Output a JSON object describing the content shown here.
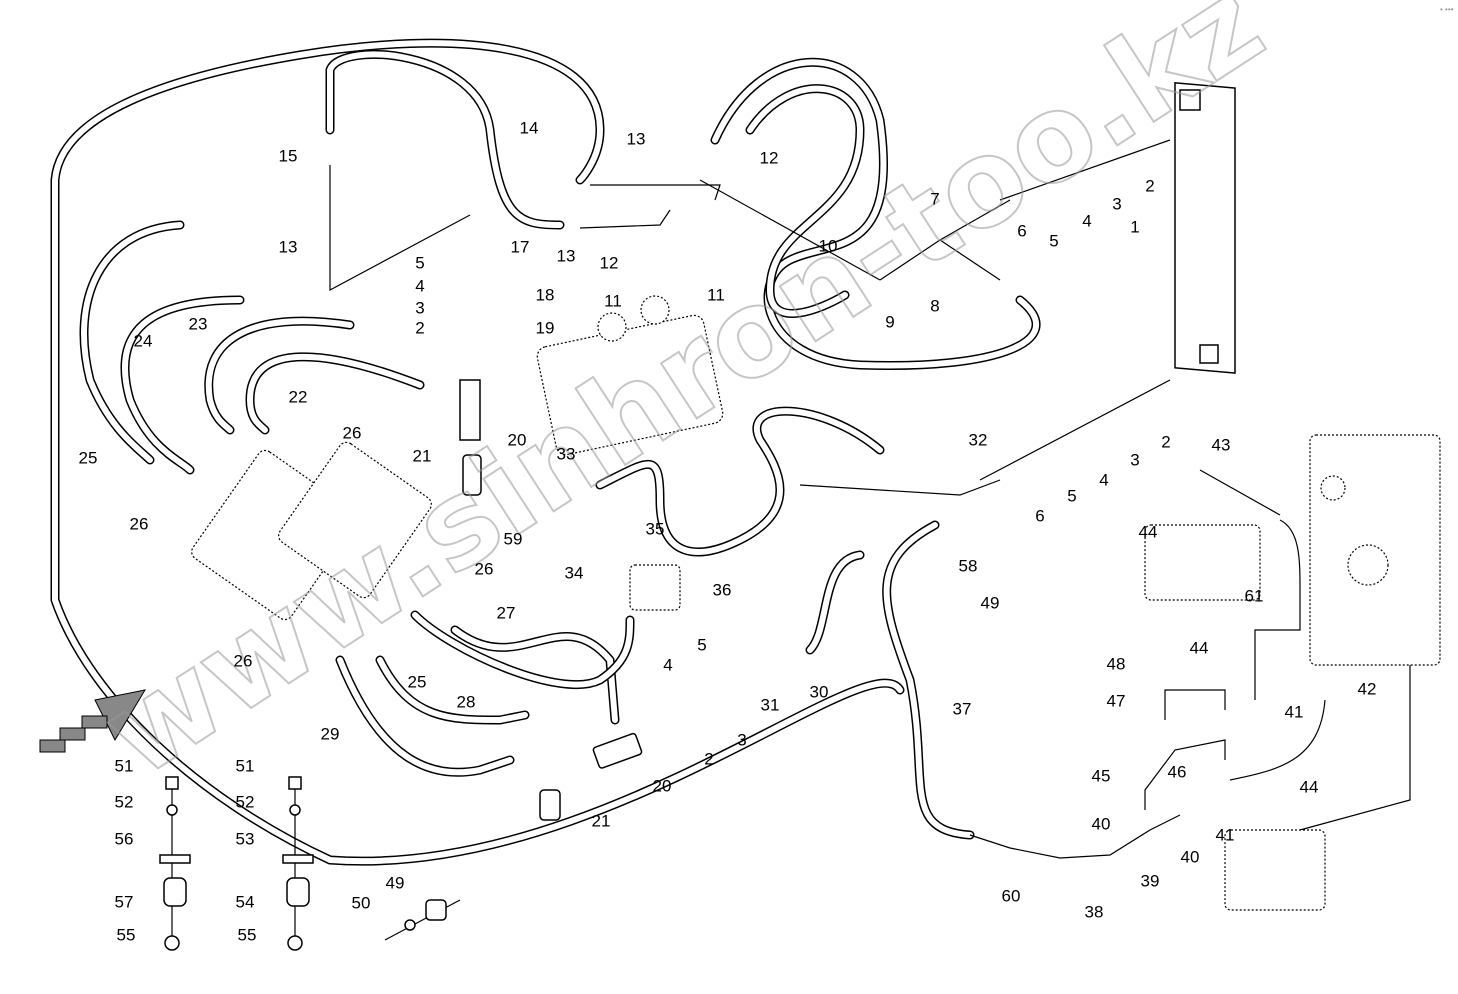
{
  "watermark": "www.sinhron-too.kz",
  "corner_mark": "• ••• ",
  "labels": [
    "1",
    "2",
    "3",
    "4",
    "5",
    "6",
    "7",
    "8",
    "9",
    "10",
    "11",
    "11",
    "12",
    "12",
    "13",
    "13",
    "13",
    "14",
    "15",
    "17",
    "18",
    "19",
    "5",
    "4",
    "3",
    "2",
    "22",
    "23",
    "24",
    "25",
    "26",
    "26",
    "26",
    "26",
    "20",
    "21",
    "33",
    "59",
    "34",
    "35",
    "36",
    "32",
    "6",
    "5",
    "4",
    "3",
    "2",
    "58",
    "49",
    "43",
    "44",
    "61",
    "44",
    "48",
    "47",
    "41",
    "42",
    "45",
    "46",
    "44",
    "40",
    "41",
    "40",
    "39",
    "38",
    "60",
    "37",
    "30",
    "31",
    "5",
    "4",
    "3",
    "2",
    "20",
    "21",
    "25",
    "27",
    "28",
    "29",
    "51",
    "52",
    "56",
    "57",
    "55",
    "51",
    "52",
    "53",
    "54",
    "55",
    "49",
    "50"
  ]
}
